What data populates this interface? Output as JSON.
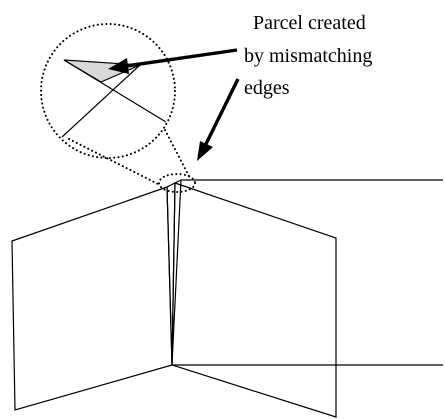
{
  "annotation": {
    "lines": [
      "Parcel created",
      "by mismatching",
      "edges"
    ]
  },
  "colors": {
    "line": "#000000",
    "parcel_fill": "#d9d9d9",
    "background": "#ffffff"
  }
}
